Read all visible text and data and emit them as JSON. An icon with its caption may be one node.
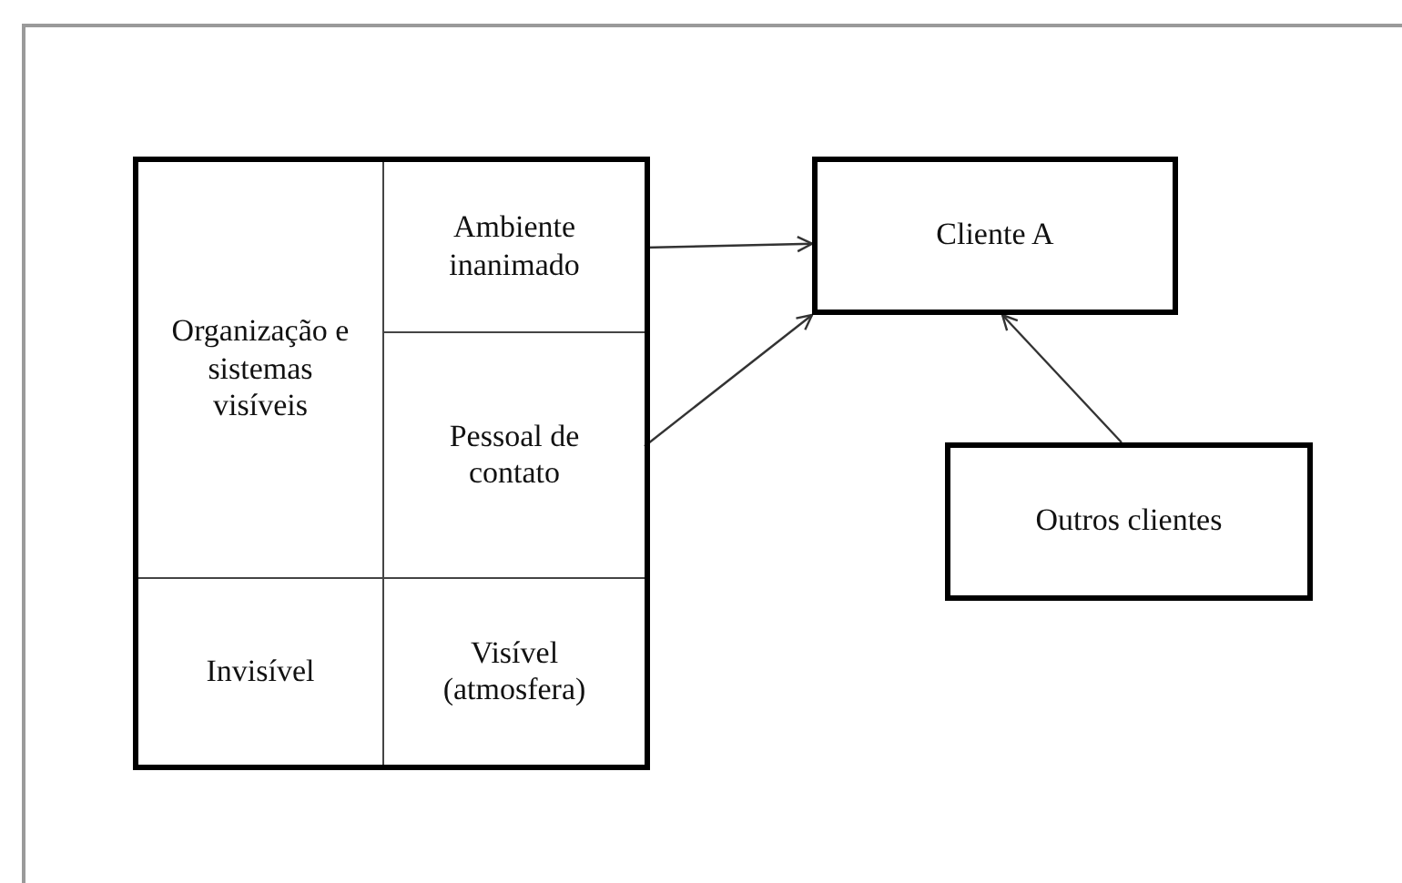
{
  "diagram": {
    "nodes": [
      {
        "text": [],
        "shape": "box"
      },
      {
        "text": [
          "Organização e sistemas visíveis"
        ],
        "in": 0
      },
      {
        "text": [
          "Ambiente inanimado"
        ],
        "in": 0
      },
      {
        "text": [
          "Pessoal de contato"
        ],
        "in": 0
      },
      {
        "text": [
          "Invisível"
        ],
        "in": 0
      },
      {
        "text": [
          "Visível (atmosfera)"
        ],
        "in": 0
      },
      {
        "text": [
          "Cliente A"
        ]
      },
      {
        "text": [
          "Outros clientes"
        ]
      }
    ],
    "edges": [
      {
        "from": 2,
        "to": 6,
        "arrow": "to"
      },
      {
        "from": 3,
        "to": 6,
        "arrow": "to"
      },
      {
        "from": 7,
        "to": 6,
        "arrow": "to"
      }
    ]
  }
}
